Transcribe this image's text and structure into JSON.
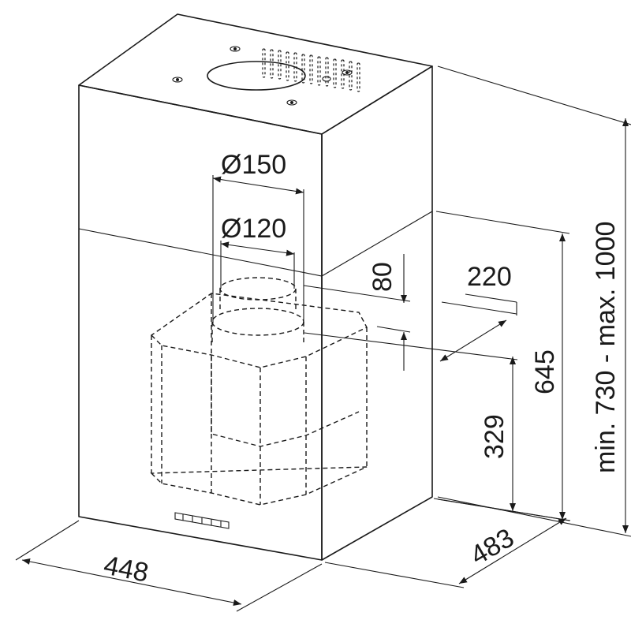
{
  "dimensions": {
    "width": "448",
    "depth": "483",
    "height_range": "min. 730 - max. 1000",
    "body_height": "645",
    "outlet_height": "329",
    "collar_height": "80",
    "outlet_offset": "220",
    "diameter_large": "Ø150",
    "diameter_small": "Ø120"
  }
}
